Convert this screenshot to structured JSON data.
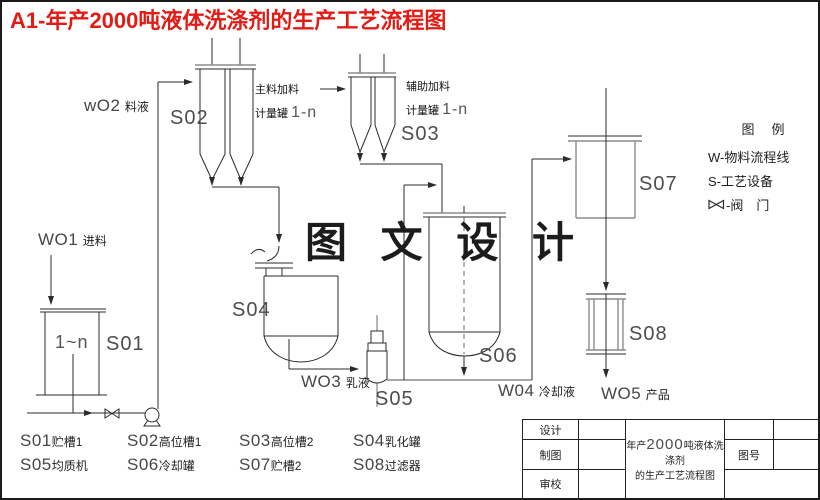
{
  "colors": {
    "title_red": "#e31b15",
    "line": "#2b2b2b",
    "line_gray": "#8c8c8c"
  },
  "title": "A1-年产2000吨液体洗涤剂的生产工艺流程图",
  "watermark": "图 文 设 计",
  "streams": {
    "w01": {
      "code": "WO1",
      "name": "进料"
    },
    "w02": {
      "code": "wO2",
      "name": "料液"
    },
    "w03": {
      "code": "WO3",
      "name": "乳液"
    },
    "w04": {
      "code": "W04",
      "name": "冷却液"
    },
    "w05": {
      "code": "WO5",
      "name": "产品"
    }
  },
  "vessels": {
    "s01": "S01",
    "s01_count": "1~n",
    "s02": "S02",
    "s02_note_line1": "主料加料",
    "s02_note_line2": "计量罐",
    "s02_note_range": "1-n",
    "s03": "S03",
    "s03_note_line1": "辅助加料",
    "s03_note_line2": "计量罐",
    "s03_note_range": "1-n",
    "s04": "S04",
    "s05": "S05",
    "s06": "S06",
    "s07": "S07",
    "s08": "S08"
  },
  "legend": {
    "title": "图　例",
    "item_material": "W-物料流程线",
    "item_equipment": "S-工艺设备",
    "item_valve_text": "-阀　门"
  },
  "equipment": [
    {
      "code": "S01",
      "name": "贮槽1"
    },
    {
      "code": "S02",
      "name": "高位槽1"
    },
    {
      "code": "S03",
      "name": "高位槽2"
    },
    {
      "code": "S04",
      "name": "乳化罐"
    },
    {
      "code": "S05",
      "name": "均质机"
    },
    {
      "code": "S06",
      "name": "冷却罐"
    },
    {
      "code": "S07",
      "name": "贮槽2"
    },
    {
      "code": "S08",
      "name": "过滤器"
    }
  ],
  "title_block": {
    "design": "设计",
    "draft": "制图",
    "review": "审校",
    "product_prefix": "年产",
    "product_qty": "2000",
    "product_suffix": "吨液体洗涤剂",
    "product_line2": "的生产工艺流程图",
    "drawing_no": "图号"
  }
}
